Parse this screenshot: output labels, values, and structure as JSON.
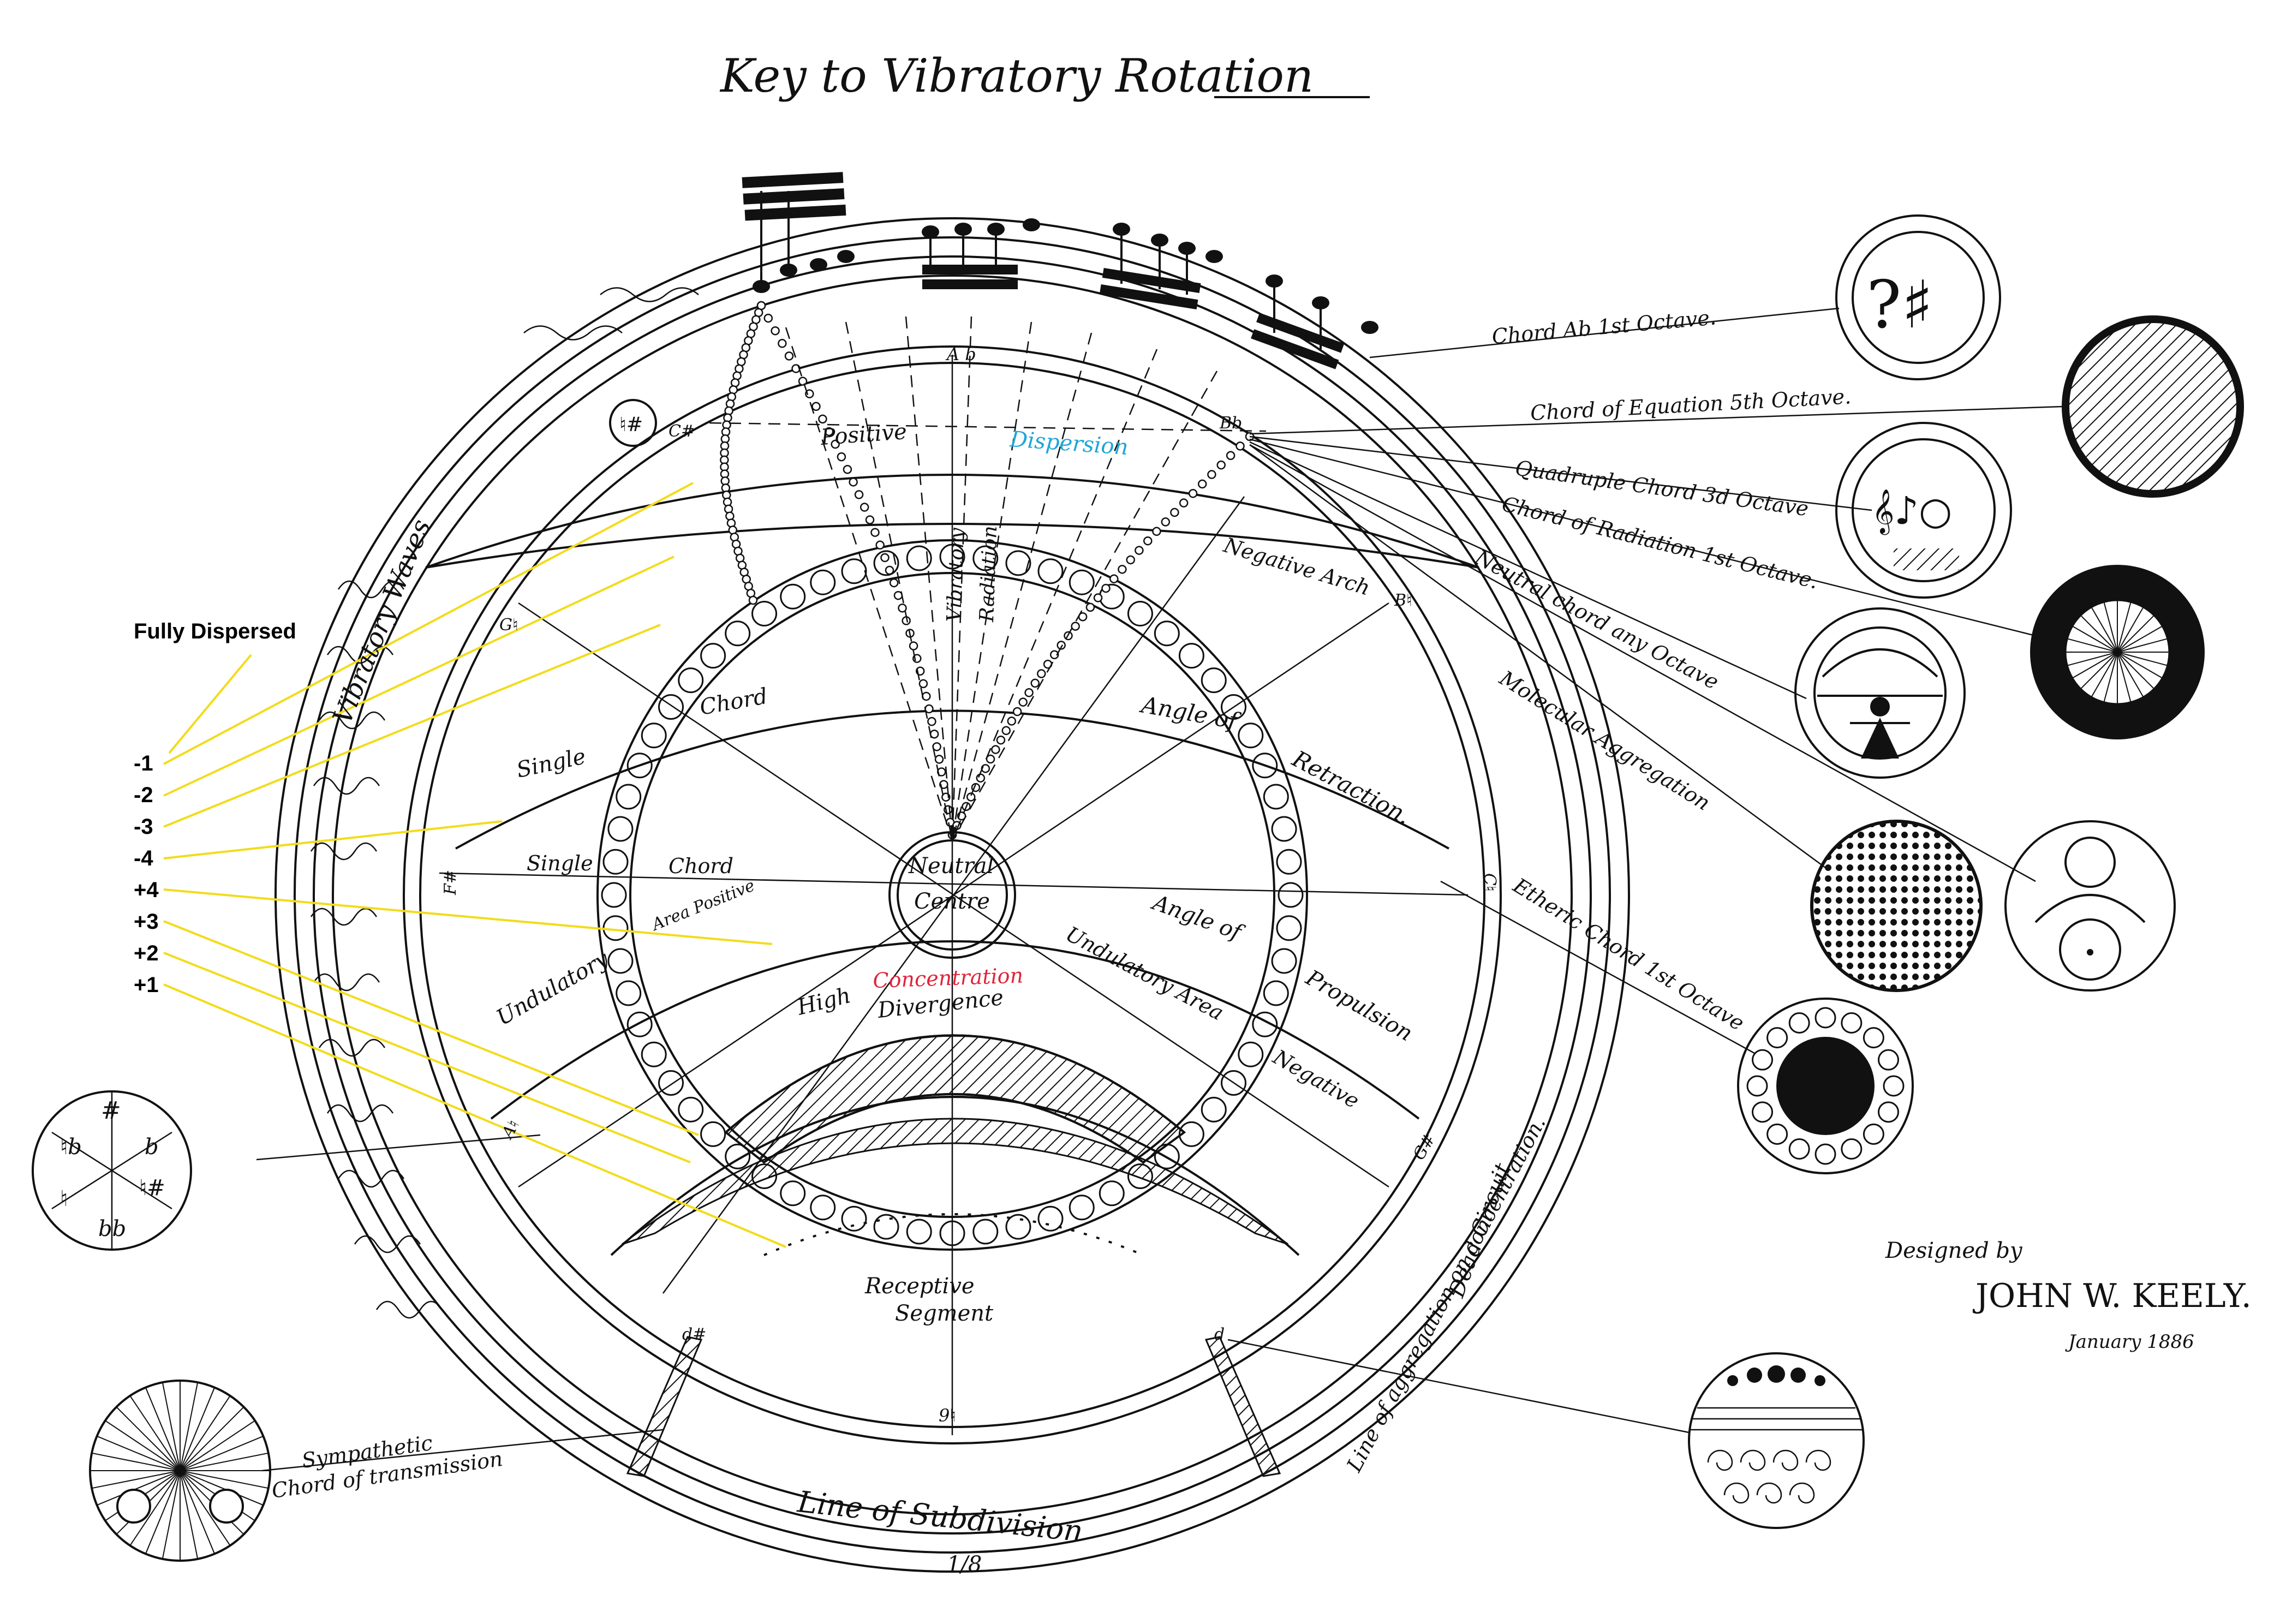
{
  "title": "Key to Vibratory Rotation",
  "credit": {
    "designed_by": "Designed by",
    "name": "JOHN W. KEELY.",
    "date": "January 1886"
  },
  "annotations": {
    "fully_dispersed": "Fully Dispersed",
    "levels": [
      "-1",
      "-2",
      "-3",
      "-4",
      "+4",
      "+3",
      "+2",
      "+1"
    ]
  },
  "chords": [
    "Chord Ab 1st Octave.",
    "Chord of Equation 5th Octave.",
    "Quadruple Chord 3d Octave",
    "Chord of Radiation 1st Octave.",
    "Neutral chord any Octave",
    "Molecular Aggregation",
    "Etheric Chord 1st Octave"
  ],
  "inner_labels": {
    "positive": "Positive",
    "dispersion": "Dispersion",
    "vibratory_radiation_1": "Vibratory",
    "vibratory_radiation_2": "Radiation",
    "negative_arch": "Negative Arch",
    "vibratory_waves": "Vibratory Waves",
    "single_1": "Single",
    "chord_1": "Chord",
    "single_2": "Single",
    "chord_2": "Chord",
    "angle_of_retraction_1": "Angle of",
    "angle_of_retraction_2": "Retraction.",
    "undulatory": "Undulatory",
    "area_positive": "Area Positive",
    "neutral": "Neutral",
    "centre": "Centre",
    "angle_of_propulsion_1": "Angle of",
    "angle_of_propulsion_2": "Propulsion",
    "undulatory_area": "Undulatory Area",
    "negative": "Negative",
    "high": "High",
    "concentration": "Concentration",
    "divergence": "Divergence",
    "receptive_1": "Receptive",
    "receptive_2": "Segment",
    "sympathetic_1": "Sympathetic",
    "sympathetic_2": "Chord of transmission",
    "line_of_subdivision": "Line of Subdivision",
    "line_of_aggregation": "Line of aggregation on concentration.",
    "dead_circuit": "Dead Circuit"
  },
  "note_marks": {
    "top": "A b",
    "c_sharp": "C#",
    "b_flat": "Bb",
    "g_nat": "G♮",
    "b_nat": "B♮",
    "f_sharp": "F#",
    "c_nat": "C♮",
    "a_nat": "A♮",
    "g_sharp": "G#",
    "d_sharp": "d#",
    "d": "d",
    "bottom": "9♮",
    "fraction": "1/8"
  },
  "key_circle": [
    "♮b",
    "#",
    "b",
    "♮#",
    "bb",
    "♮"
  ],
  "colors": {
    "ink": "#111111",
    "yellow": "#f2dc1a",
    "blue": "#1fa6d8",
    "red": "#e0233a"
  }
}
